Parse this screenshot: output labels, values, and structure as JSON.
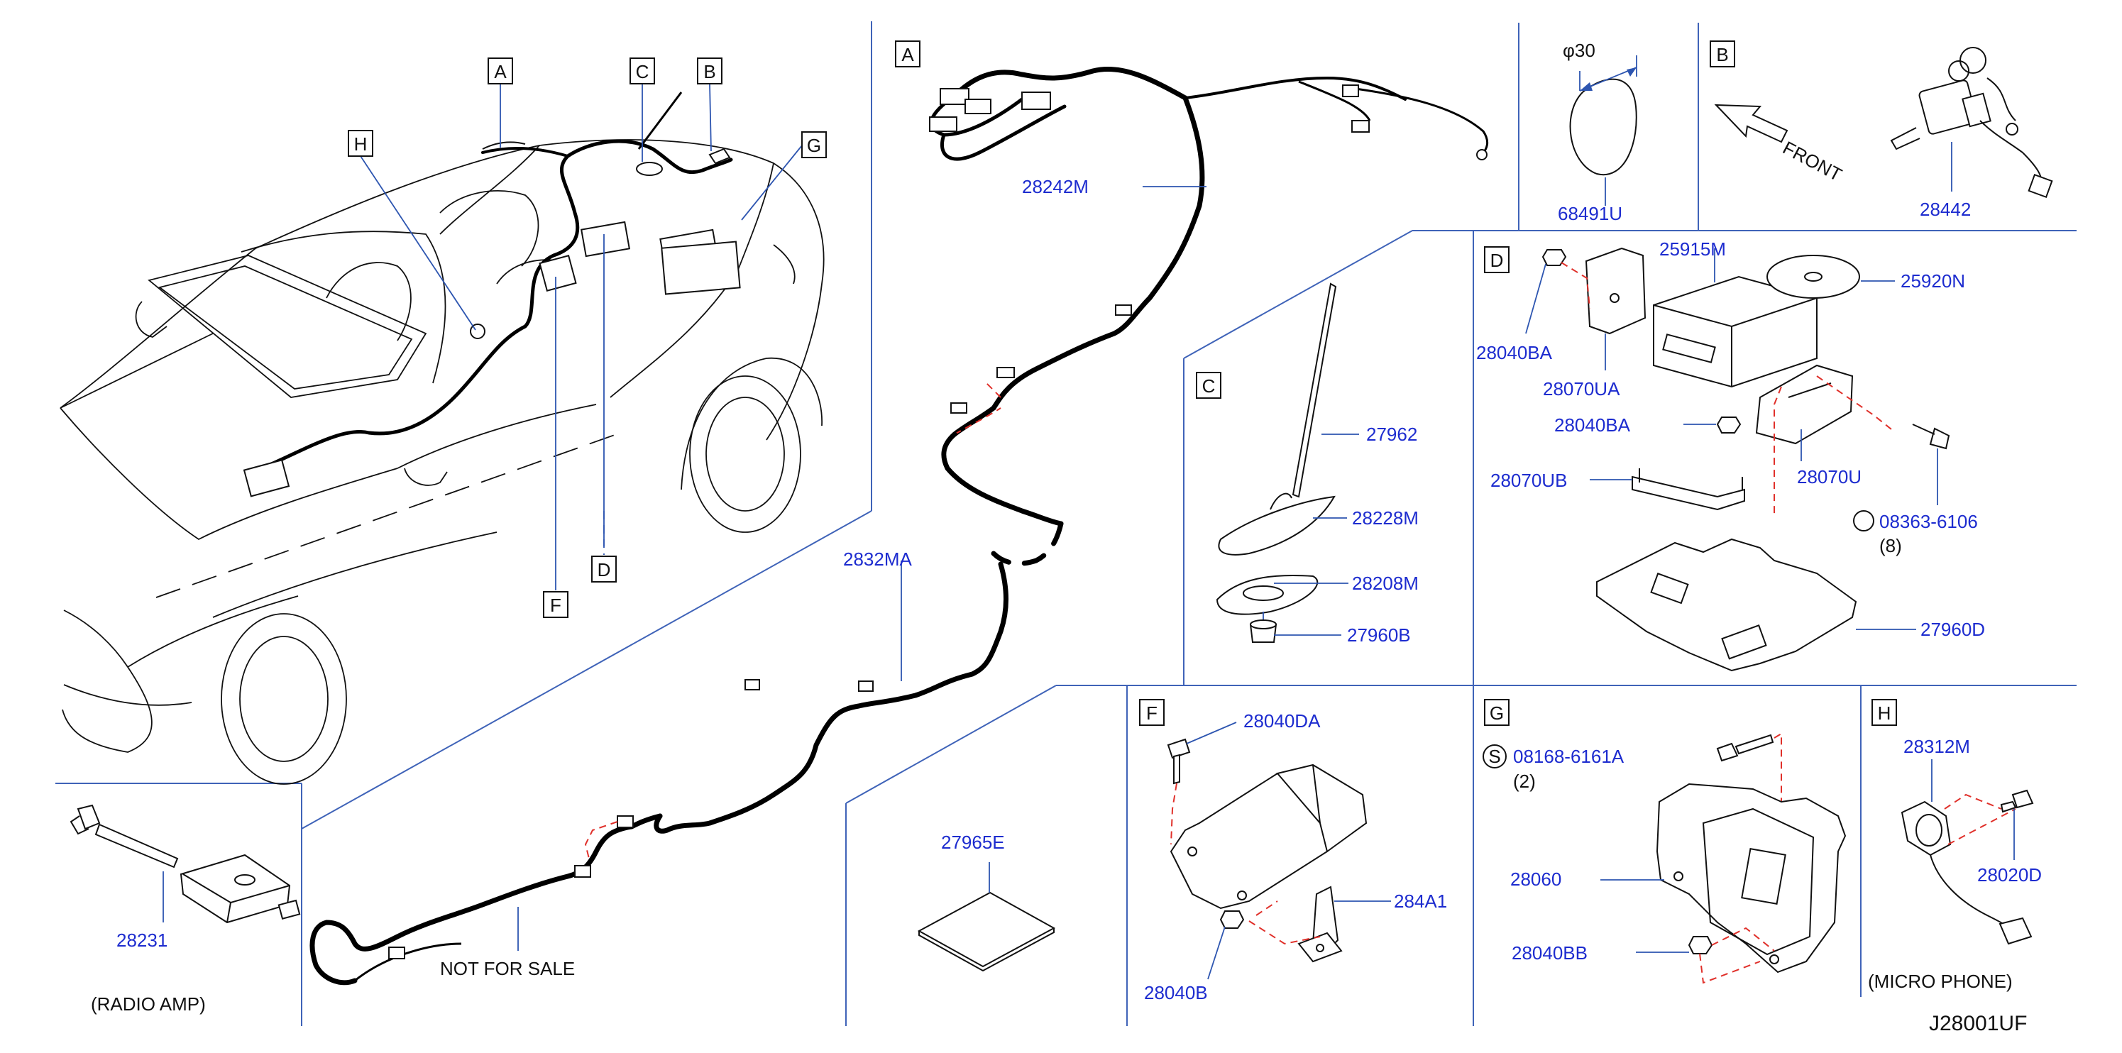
{
  "diagram_id": "J28001UF",
  "section_labels": {
    "a": "A",
    "b": "B",
    "c": "C",
    "d": "D",
    "f": "F",
    "g": "G",
    "h": "H"
  },
  "car_callouts": {
    "a": "A",
    "b": "B",
    "c": "C",
    "d": "D",
    "f": "F",
    "g": "G",
    "h": "H"
  },
  "parts": {
    "p28242M": "28242M",
    "p2832MA": "2832MA",
    "p68491U": "68491U",
    "phi": "φ30",
    "front": "FRONT",
    "p28442": "28442",
    "p27962": "27962",
    "p28228M": "28228M",
    "p28208M": "28208M",
    "p27960B": "27960B",
    "p28040BA_1": "28040BA",
    "p25915M": "25915M",
    "p25920N": "25920N",
    "p28070UA": "28070UA",
    "p28040BA_2": "28040BA",
    "p28070UB": "28070UB",
    "p28070U": "28070U",
    "p08363": "08363-6106",
    "qty8": "(8)",
    "p27960D": "27960D",
    "p28231": "28231",
    "radio_amp": "(RADIO   AMP)",
    "not_for_sale": "NOT   FOR   SALE",
    "p27965E": "27965E",
    "p28040DA": "28040DA",
    "p284A1": "284A1",
    "p28040B": "28040B",
    "s_symbol": "S",
    "p08168": "08168-6161A",
    "qty2": "(2)",
    "p28060": "28060",
    "p28040BB": "28040BB",
    "p28312M": "28312M",
    "p28020D": "28020D",
    "micro_phone": "(MICRO    PHONE)"
  }
}
